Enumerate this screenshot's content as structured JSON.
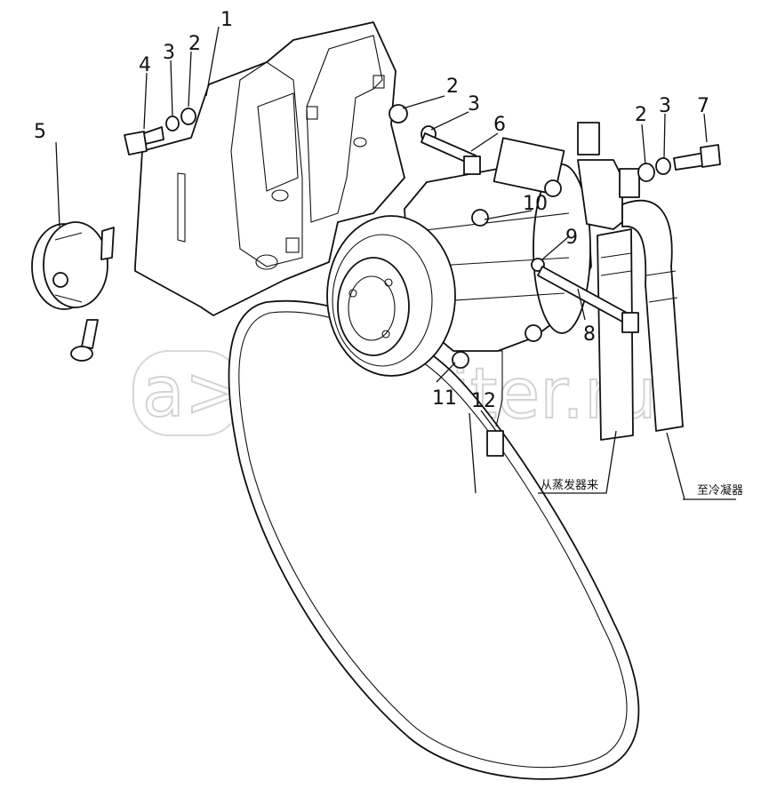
{
  "watermark": "autopiter.ru",
  "callouts": [
    "1",
    "2",
    "3",
    "4",
    "5",
    "2",
    "3",
    "6",
    "2",
    "3",
    "7",
    "10",
    "9",
    "8",
    "11",
    "12"
  ],
  "hose_labels": {
    "from_evaporator": "从蒸发器来",
    "to_condenser": "至冷凝器"
  }
}
